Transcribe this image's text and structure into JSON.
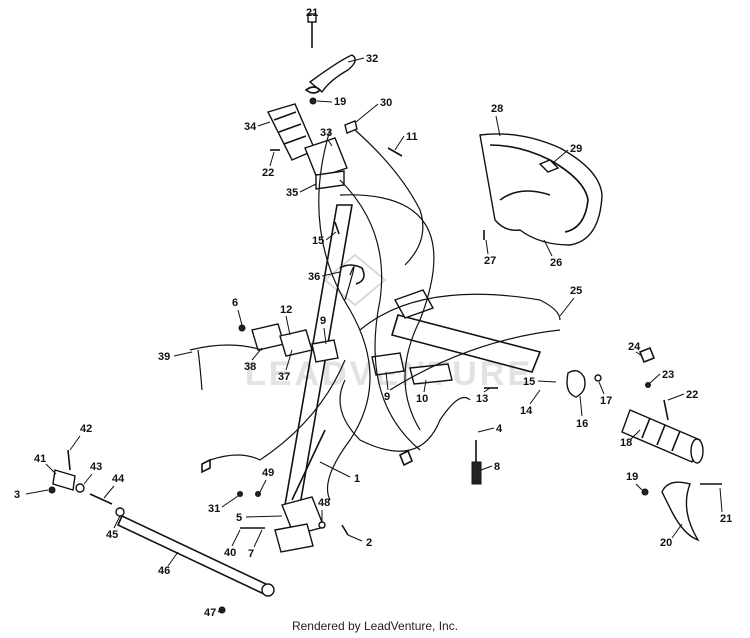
{
  "footer_text": "Rendered by LeadVenture, Inc.",
  "watermark_text": "LEADVENTURE",
  "callouts": [
    "1",
    "2",
    "3",
    "4",
    "5",
    "6",
    "7",
    "8",
    "9",
    "9",
    "10",
    "11",
    "12",
    "13",
    "14",
    "15",
    "15",
    "16",
    "17",
    "18",
    "19",
    "19",
    "20",
    "21",
    "21",
    "22",
    "22",
    "23",
    "24",
    "25",
    "26",
    "27",
    "28",
    "29",
    "30",
    "31",
    "32",
    "33",
    "34",
    "35",
    "36",
    "37",
    "38",
    "39",
    "40",
    "41",
    "42",
    "43",
    "44",
    "45",
    "46",
    "47",
    "48",
    "49"
  ]
}
